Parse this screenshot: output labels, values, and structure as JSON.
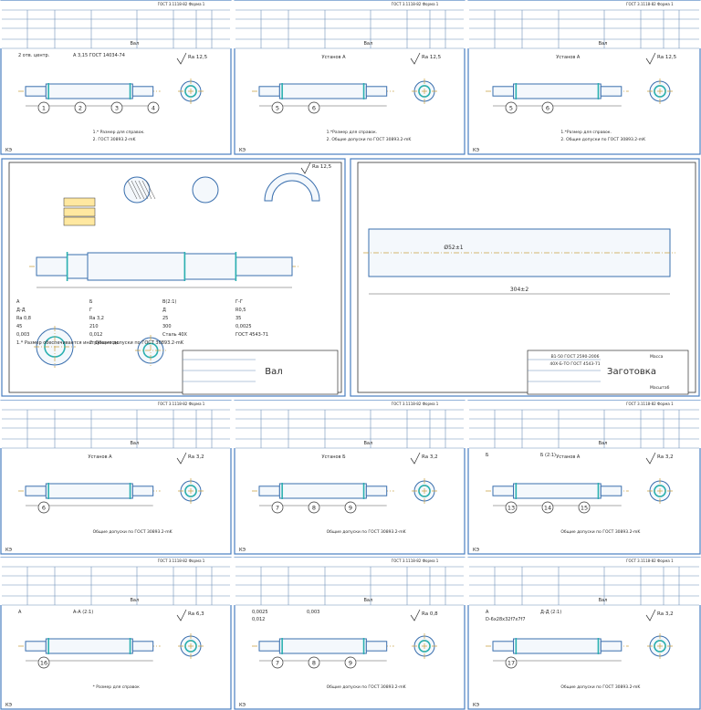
{
  "sheets": [
    {
      "top_stamp": "ГОСТ 3.1118-82 Форма 1",
      "part": "Вал",
      "op_code": "КЭ",
      "setup": "",
      "notes": [
        "1.* Размер для справок.",
        "2. ГОСТ 30893.2-mK"
      ],
      "roughness": "Ra 12,5",
      "callouts": [
        "1",
        "2",
        "3",
        "4"
      ],
      "texts": [
        "2 отв. центр.",
        "А 3,15 ГОСТ 14034-74"
      ]
    },
    {
      "top_stamp": "ГОСТ 3.1118-82 Форма 1",
      "part": "Вал",
      "op_code": "КЭ",
      "setup": "Установ А",
      "notes": [
        "1.*Размер для справок.",
        "2. Общие допуски по ГОСТ 30893.2-mK"
      ],
      "roughness": "Ra 12,5",
      "callouts": [
        "5",
        "6"
      ]
    },
    {
      "top_stamp": "ГОСТ 3.1118-82 Форма 1",
      "part": "Вал",
      "op_code": "КЭ",
      "setup": "Установ А",
      "notes": [
        "1.*Размер для справок.",
        "2. Общие допуски по ГОСТ 30893.2-mK"
      ],
      "roughness": "Ra 12,5",
      "callouts": [
        "5",
        "6"
      ]
    },
    {
      "top_stamp": "",
      "part": "Вал",
      "op_code": "",
      "setup": "",
      "notes": [],
      "roughness": "Ra 12,5",
      "callouts": [],
      "texts": [
        "А",
        "Б",
        "В(2:1)",
        "Г-Г",
        "Д-Д",
        "Г",
        "Д",
        "R0,5",
        "Ra 0,8",
        "Ra 3,2",
        "25",
        "35",
        "45",
        "210",
        "300",
        "0,0025",
        "0,003",
        "0,012",
        "Сталь 40Х",
        "ГОСТ 4543-71",
        "1.* Размер обеспечивается инструментом.",
        "2. Общие допуски по ГОСТ 30893.2-mK"
      ]
    },
    {
      "top_stamp": "",
      "part": "Заготовка",
      "op_code": "",
      "setup": "",
      "notes": [],
      "roughness": "",
      "callouts": [],
      "texts": [
        "В1-50 ГОСТ 2590-2006",
        "40Х-Б-ТО ГОСТ 4543-71",
        "304±2",
        "Ø52±1",
        "Масса",
        "Масштаб"
      ]
    },
    {
      "top_stamp": "ГОСТ 3.1118-82 Форма 1",
      "part": "Вал",
      "op_code": "КЭ",
      "setup": "Установ А",
      "notes": [
        "Общие допуски по ГОСТ 30893.2-mK"
      ],
      "roughness": "Ra 3,2",
      "callouts": [
        "6"
      ]
    },
    {
      "top_stamp": "ГОСТ 3.1118-82 Форма 1",
      "part": "Вал",
      "op_code": "КЭ",
      "setup": "Установ Б",
      "notes": [
        "Общие допуски по ГОСТ 30893.2-mK"
      ],
      "roughness": "Ra 3,2",
      "callouts": [
        "7",
        "8",
        "9"
      ]
    },
    {
      "top_stamp": "ГОСТ 3.1118-82 Форма 1",
      "part": "Вал",
      "op_code": "КЭ",
      "setup": "Установ А",
      "notes": [
        "Общие допуски по ГОСТ 30893.2-mK"
      ],
      "roughness": "Ra 3,2",
      "callouts": [
        "13",
        "14",
        "15"
      ],
      "texts": [
        "Б",
        "Б (2:1)"
      ]
    },
    {
      "top_stamp": "ГОСТ 3.1118-82 Форма 1",
      "part": "Вал",
      "op_code": "КЭ",
      "setup": "",
      "notes": [
        "* Размер для справок"
      ],
      "roughness": "Ra 6,3",
      "callouts": [
        "16"
      ],
      "texts": [
        "А",
        "А-А (2:1)"
      ]
    },
    {
      "top_stamp": "ГОСТ 3.1118-82 Форма 1",
      "part": "Вал",
      "op_code": "КЭ",
      "setup": "",
      "notes": [
        "Общие допуски по ГОСТ 30893.2-mK"
      ],
      "roughness": "Ra 0,8",
      "callouts": [
        "7",
        "8",
        "9"
      ],
      "texts": [
        "0,0025",
        "0,003",
        "0,012"
      ]
    },
    {
      "top_stamp": "ГОСТ 3.1118-82 Форма 1",
      "part": "Вал",
      "op_code": "КЭ",
      "setup": "",
      "notes": [
        "Общие допуски по ГОСТ 30893.2-mK"
      ],
      "roughness": "Ra 3,2",
      "callouts": [
        "17"
      ],
      "texts": [
        "А",
        "Д-Д (2:1)",
        "D-6x28x32f7x7f7"
      ]
    }
  ]
}
